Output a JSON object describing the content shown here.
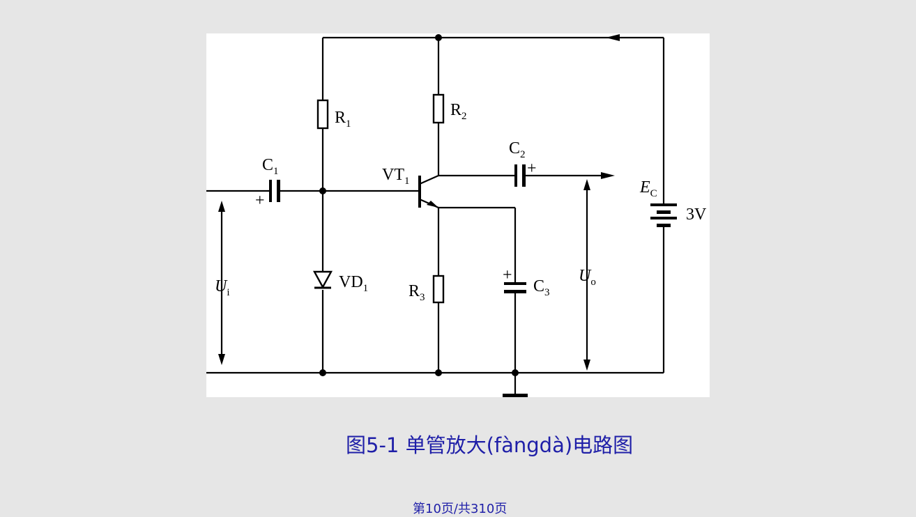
{
  "diagram": {
    "components": {
      "r1": "R",
      "r1_sub": "1",
      "r2": "R",
      "r2_sub": "2",
      "r3": "R",
      "r3_sub": "3",
      "c1": "C",
      "c1_sub": "1",
      "c2": "C",
      "c2_sub": "2",
      "c3": "C",
      "c3_sub": "3",
      "vt1": "VT",
      "vt1_sub": "1",
      "vd1": "VD",
      "vd1_sub": "1",
      "ec": "E",
      "ec_sub": "C",
      "ec_value": "3V",
      "ui": "U",
      "ui_sub": "i",
      "uo": "U",
      "uo_sub": "o",
      "plus": "+"
    }
  },
  "caption": "图5-1  单管放大(fàngdà)电路图",
  "footer": {
    "page_text": "第10页/共310页"
  }
}
